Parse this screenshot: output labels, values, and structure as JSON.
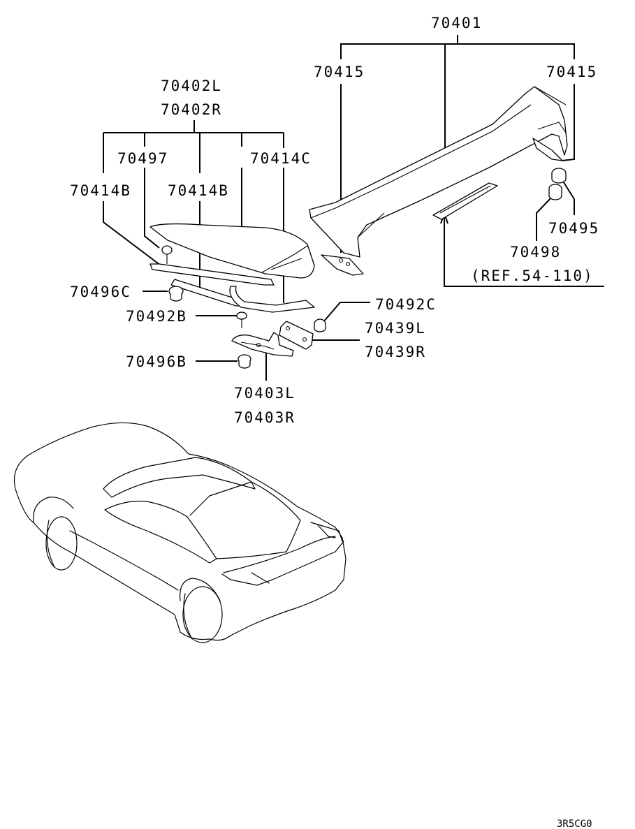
{
  "labels": {
    "p70401": "70401",
    "p70415_left": "70415",
    "p70415_right": "70415",
    "p70402L": "70402L",
    "p70402R": "70402R",
    "p70497": "70497",
    "p70414C": "70414C",
    "p70414B_left": "70414B",
    "p70414B_mid": "70414B",
    "p70495": "70495",
    "p70498": "70498",
    "ref": "(REF.54-110)",
    "p70496C": "70496C",
    "p70492C": "70492C",
    "p70492B": "70492B",
    "p70439L": "70439L",
    "p70439R": "70439R",
    "p70496B": "70496B",
    "p70403L": "70403L",
    "p70403R": "70403R",
    "diagram_code": "3R5CG0"
  }
}
